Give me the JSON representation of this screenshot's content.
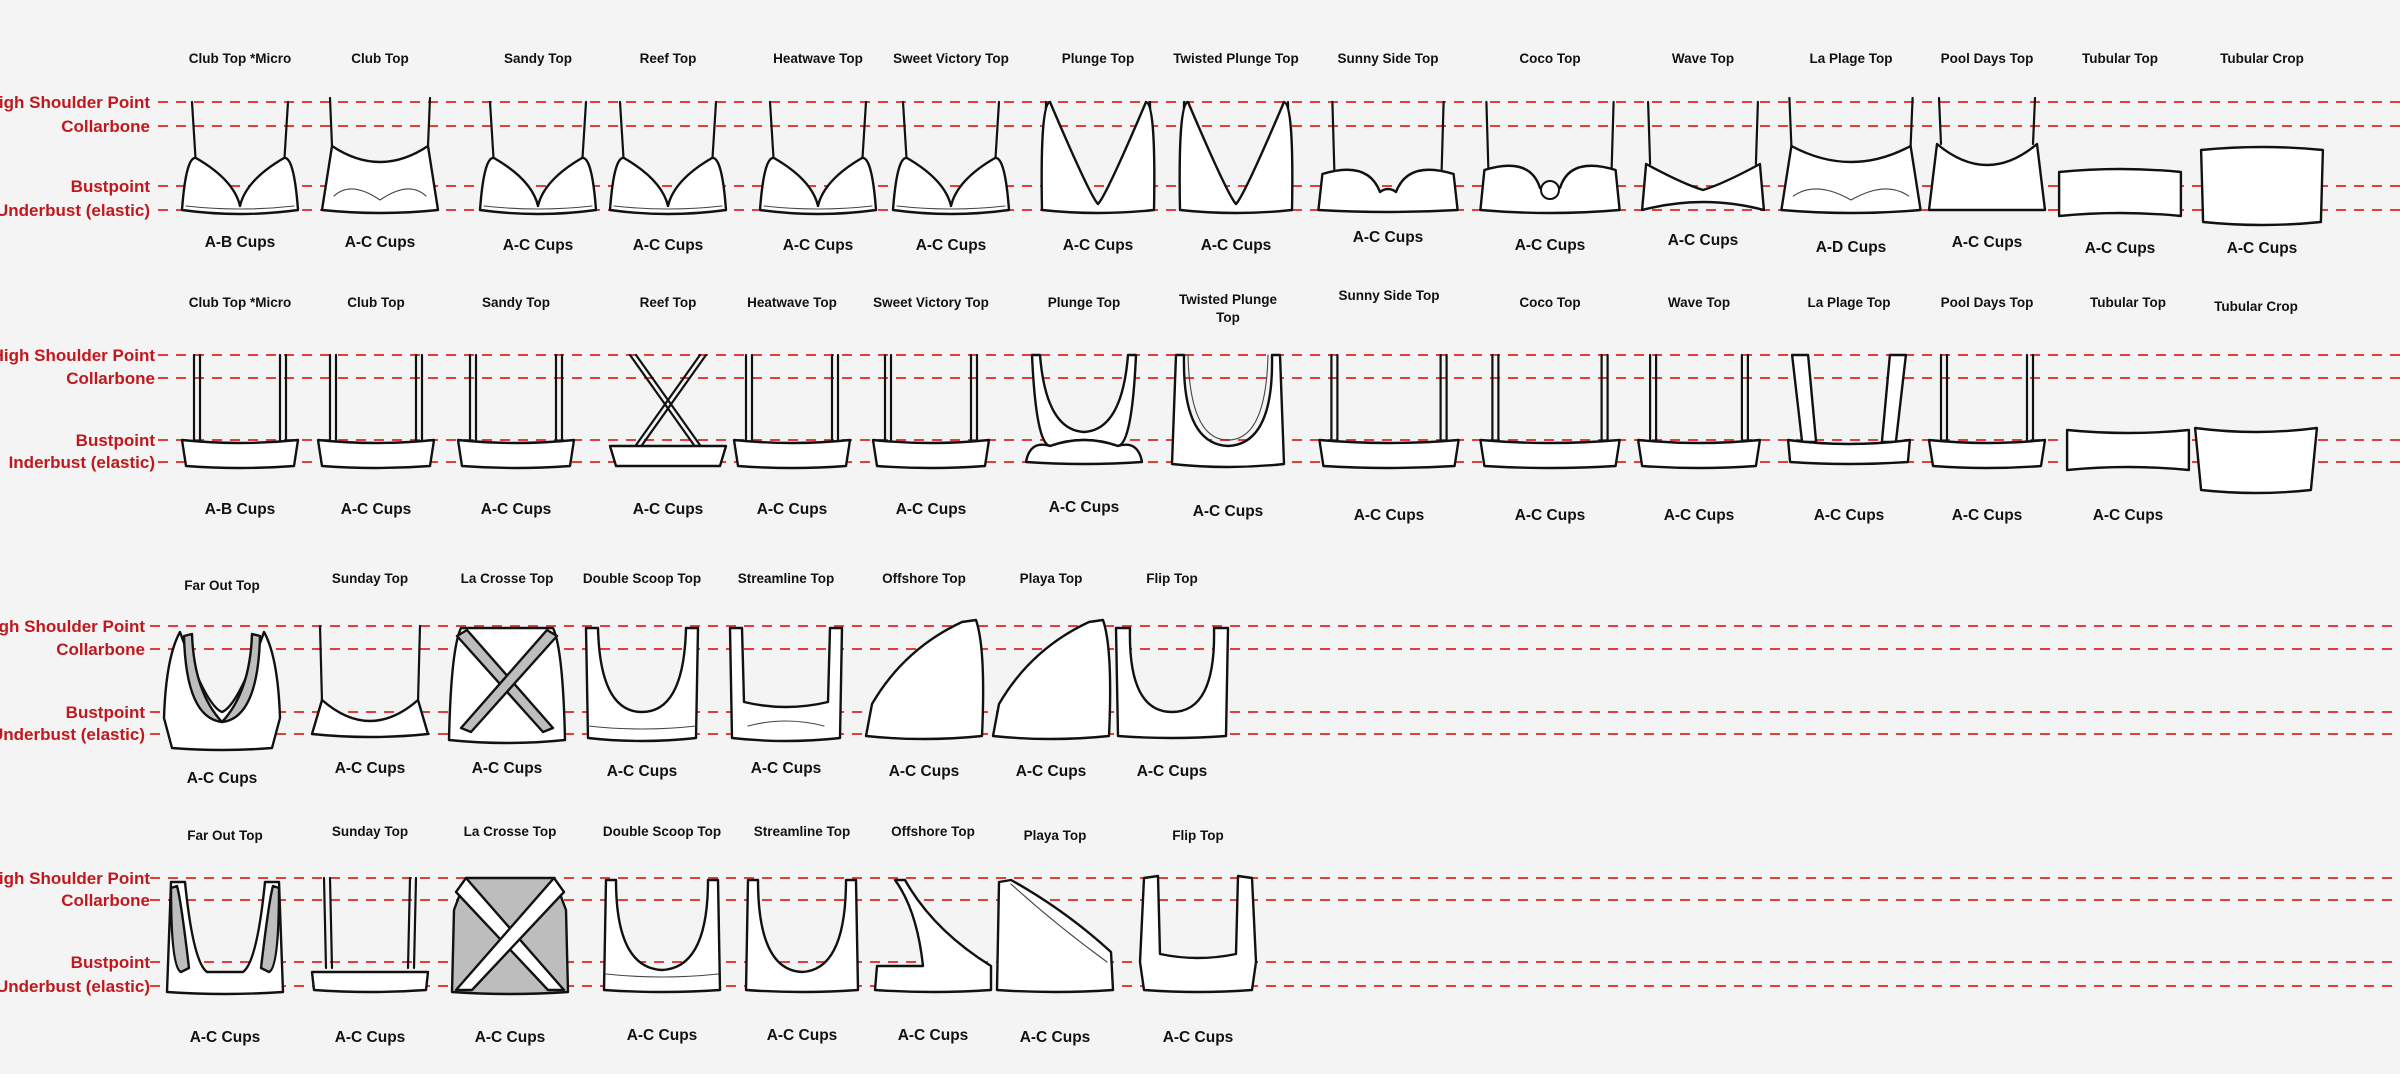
{
  "colors": {
    "ref_line": "#e0403a",
    "ref_text": "#c0181d",
    "ink": "#111111",
    "background": "#f4f4f4",
    "shade": "#bdbdbd"
  },
  "sections": [
    {
      "id": "front-1",
      "ref_labels": [
        "High Shoulder Point",
        "Collarbone",
        "Bustpoint",
        "Underbust (elastic)"
      ],
      "items": [
        {
          "name": "Club Top *Micro",
          "cups": "A-B Cups"
        },
        {
          "name": "Club Top",
          "cups": "A-C Cups"
        },
        {
          "name": "Sandy Top",
          "cups": "A-C Cups"
        },
        {
          "name": "Reef Top",
          "cups": "A-C Cups"
        },
        {
          "name": "Heatwave Top",
          "cups": "A-C Cups"
        },
        {
          "name": "Sweet Victory Top",
          "cups": "A-C Cups"
        },
        {
          "name": "Plunge Top",
          "cups": "A-C Cups"
        },
        {
          "name": "Twisted Plunge Top",
          "cups": "A-C Cups"
        },
        {
          "name": "Sunny Side Top",
          "cups": "A-C Cups"
        },
        {
          "name": "Coco Top",
          "cups": "A-C Cups"
        },
        {
          "name": "Wave Top",
          "cups": "A-C Cups"
        },
        {
          "name": "La Plage Top",
          "cups": "A-D Cups"
        },
        {
          "name": "Pool Days Top",
          "cups": "A-C Cups"
        },
        {
          "name": "Tubular Top",
          "cups": "A-C Cups"
        },
        {
          "name": "Tubular Crop",
          "cups": "A-C Cups"
        }
      ]
    },
    {
      "id": "back-1",
      "ref_labels": [
        "High Shoulder Point",
        "Collarbone",
        "Bustpoint",
        "Inderbust (elastic)"
      ],
      "items": [
        {
          "name": "Club Top *Micro",
          "cups": "A-B Cups"
        },
        {
          "name": "Club Top",
          "cups": "A-C Cups"
        },
        {
          "name": "Sandy Top",
          "cups": "A-C Cups"
        },
        {
          "name": "Reef Top",
          "cups": "A-C Cups"
        },
        {
          "name": "Heatwave Top",
          "cups": "A-C Cups"
        },
        {
          "name": "Sweet Victory Top",
          "cups": "A-C Cups"
        },
        {
          "name": "Plunge Top",
          "cups": "A-C Cups"
        },
        {
          "name": "Twisted Plunge Top",
          "cups": "A-C Cups"
        },
        {
          "name": "Sunny Side Top",
          "cups": "A-C Cups"
        },
        {
          "name": "Coco Top",
          "cups": "A-C Cups"
        },
        {
          "name": "Wave Top",
          "cups": "A-C Cups"
        },
        {
          "name": "La Plage Top",
          "cups": "A-C Cups"
        },
        {
          "name": "Pool Days Top",
          "cups": "A-C Cups"
        },
        {
          "name": "Tubular Top",
          "cups": "A-C Cups"
        },
        {
          "name": "Tubular Crop",
          "cups": ""
        }
      ]
    },
    {
      "id": "front-2",
      "ref_labels": [
        "High Shoulder Point",
        "Collarbone",
        "Bustpoint",
        "Underbust (elastic)"
      ],
      "items": [
        {
          "name": "Far Out Top",
          "cups": "A-C Cups"
        },
        {
          "name": "Sunday Top",
          "cups": "A-C Cups"
        },
        {
          "name": "La Crosse Top",
          "cups": "A-C Cups"
        },
        {
          "name": "Double Scoop Top",
          "cups": "A-C Cups"
        },
        {
          "name": "Streamline Top",
          "cups": "A-C Cups"
        },
        {
          "name": "Offshore Top",
          "cups": "A-C Cups"
        },
        {
          "name": "Playa Top",
          "cups": "A-C Cups"
        },
        {
          "name": "Flip Top",
          "cups": "A-C Cups"
        }
      ]
    },
    {
      "id": "back-2",
      "ref_labels": [
        "High Shoulder Point",
        "Collarbone",
        "Bustpoint",
        "Underbust (elastic)"
      ],
      "items": [
        {
          "name": "Far Out Top",
          "cups": "A-C Cups"
        },
        {
          "name": "Sunday Top",
          "cups": "A-C Cups"
        },
        {
          "name": "La Crosse Top",
          "cups": "A-C Cups"
        },
        {
          "name": "Double Scoop Top",
          "cups": "A-C Cups"
        },
        {
          "name": "Streamline Top",
          "cups": "A-C Cups"
        },
        {
          "name": "Offshore Top",
          "cups": "A-C Cups"
        },
        {
          "name": "Playa Top",
          "cups": "A-C Cups"
        },
        {
          "name": "Flip Top",
          "cups": "A-C Cups"
        }
      ]
    }
  ]
}
